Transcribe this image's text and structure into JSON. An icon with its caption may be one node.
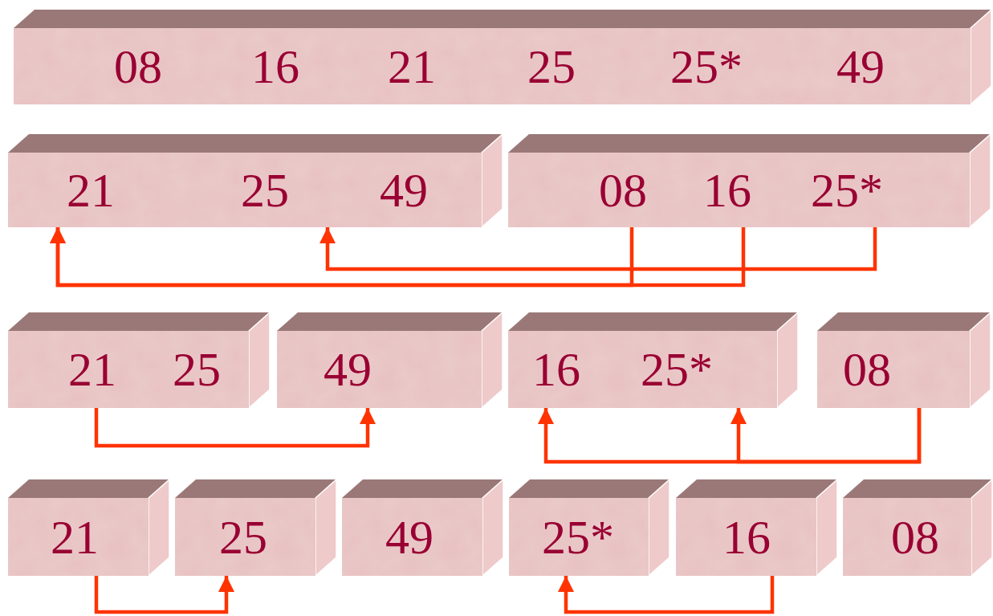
{
  "diagram": {
    "nodes": [
      {
        "text": [],
        "shape": "box"
      },
      {
        "text": [
          "08"
        ],
        "in": 0
      },
      {
        "text": [
          "16"
        ],
        "in": 0
      },
      {
        "text": [
          "21"
        ],
        "in": 0
      },
      {
        "text": [
          "25"
        ],
        "in": 0
      },
      {
        "text": [
          "25*"
        ],
        "in": 0
      },
      {
        "text": [
          "49"
        ],
        "in": 0
      },
      {
        "text": [],
        "shape": "box"
      },
      {
        "text": [
          "21"
        ],
        "in": 7
      },
      {
        "text": [
          "25"
        ],
        "in": 7
      },
      {
        "text": [
          "49"
        ],
        "in": 7
      },
      {
        "text": [],
        "shape": "box"
      },
      {
        "text": [
          "08"
        ],
        "in": 11
      },
      {
        "text": [
          "16"
        ],
        "in": 11
      },
      {
        "text": [
          "25*"
        ],
        "in": 11
      },
      {
        "text": [],
        "shape": "box"
      },
      {
        "text": [
          "21"
        ],
        "in": 15
      },
      {
        "text": [
          "25"
        ],
        "in": 15
      },
      {
        "text": [],
        "shape": "box"
      },
      {
        "text": [
          "49"
        ],
        "in": 18
      },
      {
        "text": [],
        "shape": "box"
      },
      {
        "text": [
          "16"
        ],
        "in": 20
      },
      {
        "text": [
          "25*"
        ],
        "in": 20
      },
      {
        "text": [],
        "shape": "box"
      },
      {
        "text": [
          "08"
        ],
        "in": 23
      },
      {
        "text": [],
        "shape": "box"
      },
      {
        "text": [
          "21"
        ],
        "in": 25
      },
      {
        "text": [],
        "shape": "box"
      },
      {
        "text": [
          "25"
        ],
        "in": 27
      },
      {
        "text": [],
        "shape": "box"
      },
      {
        "text": [
          "49"
        ],
        "in": 29
      },
      {
        "text": [],
        "shape": "box"
      },
      {
        "text": [
          "25*"
        ],
        "in": 31
      },
      {
        "text": [],
        "shape": "box"
      },
      {
        "text": [
          "16"
        ],
        "in": 33
      },
      {
        "text": [],
        "shape": "box"
      },
      {
        "text": [
          "08"
        ],
        "in": 35
      }
    ],
    "edges": [
      {
        "from": 12,
        "to": 8,
        "arrow": "to"
      },
      {
        "from": 13,
        "to": 8,
        "arrow": "to"
      },
      {
        "from": 14,
        "to": 9,
        "arrow": "to"
      },
      {
        "from": 16,
        "to": 19,
        "arrow": "to"
      },
      {
        "from": 24,
        "to": 21,
        "arrow": "to"
      },
      {
        "from": 24,
        "to": 22,
        "arrow": "to"
      },
      {
        "from": 26,
        "to": 28,
        "arrow": "to"
      },
      {
        "from": 34,
        "to": 32,
        "arrow": "to"
      }
    ]
  }
}
